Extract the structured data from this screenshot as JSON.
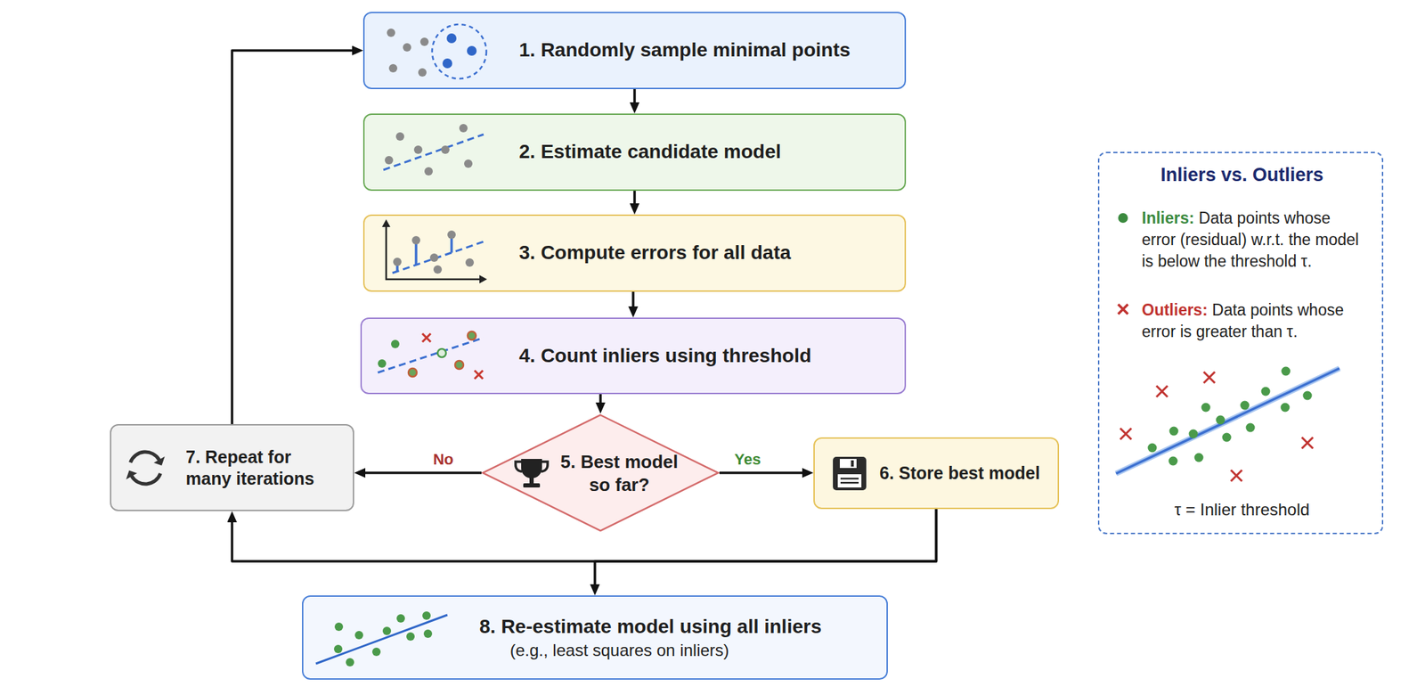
{
  "diagram": {
    "nodes": [
      {
        "text": [
          "1. Randomly sample minimal points"
        ]
      },
      {
        "text": [
          "2. Estimate candidate model"
        ]
      },
      {
        "text": [
          "3. Compute errors for all data"
        ]
      },
      {
        "text": [
          "4. Count inliers using threshold"
        ]
      },
      {
        "text": [
          "5. Best model so far?"
        ]
      },
      {
        "text": [
          "6. Store best model"
        ]
      },
      {
        "text": [
          "7. Repeat for many iterations"
        ]
      },
      {
        "text": [
          "8. Re-estimate model using all inliers",
          "(e.g., least squares on inliers)"
        ]
      },
      {
        "text": [
          "Inliers vs. Outliers",
          "Inliers:",
          "Data points whose error (residual) w.r.t. the model is below the threshold τ.",
          "Outliers:",
          "Data points whose error is greater than τ.",
          "τ = Inlier threshold"
        ]
      }
    ],
    "edges": [
      {
        "from": 0,
        "to": 1,
        "arrow": "to"
      },
      {
        "from": 1,
        "to": 2,
        "arrow": "to"
      },
      {
        "from": 2,
        "to": 3,
        "arrow": "to"
      },
      {
        "from": 3,
        "to": 4,
        "arrow": "to"
      },
      {
        "from": 4,
        "to": 6,
        "label": "No",
        "arrow": "to"
      },
      {
        "from": 4,
        "to": 5,
        "label": "Yes",
        "arrow": "to"
      },
      {
        "from": 5,
        "to": 6,
        "arrow": "to"
      },
      {
        "from": 5,
        "to": 7,
        "arrow": "to"
      },
      {
        "from": 6,
        "to": 0,
        "arrow": "to"
      }
    ]
  }
}
